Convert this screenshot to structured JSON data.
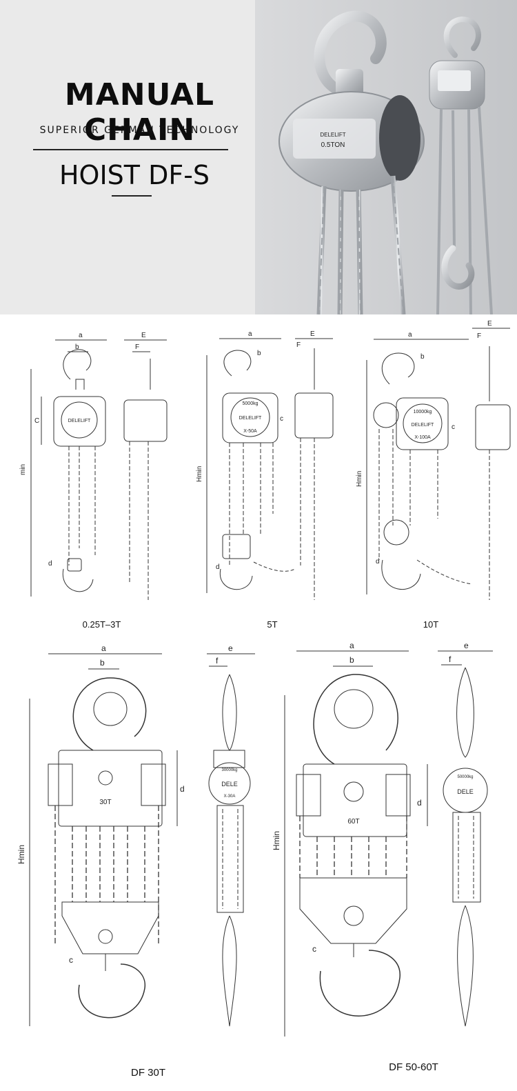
{
  "banner": {
    "title": "MANUAL CHAIN",
    "subtitle": "SUPERIOR GERMAN TECHNOLOGY",
    "model": "HOIST DF-S",
    "product_brand": "DELELIFT",
    "product_label": "0.5TON"
  },
  "drawings": {
    "d1": {
      "caption": "0.25T–3T",
      "brand": "DELELIFT",
      "dims": [
        "a",
        "b",
        "C",
        "min",
        "d",
        "E",
        "F"
      ]
    },
    "d2": {
      "caption": "5T",
      "brand": "DELELIFT",
      "rating": "5000kg",
      "model": "X-50A",
      "dims": [
        "a",
        "b",
        "c",
        "Hmin",
        "d",
        "E",
        "F"
      ]
    },
    "d3": {
      "caption": "10T",
      "brand": "DELELIFT",
      "rating": "10000kg",
      "model": "X-100A",
      "dims": [
        "a",
        "b",
        "c",
        "Hmin",
        "d",
        "E",
        "F"
      ]
    },
    "d4": {
      "caption": "DF 30T",
      "plate": "30T",
      "brand": "DELE",
      "rating": "30000kg",
      "model": "X-30A",
      "dims": [
        "a",
        "b",
        "d",
        "Hmin",
        "c",
        "e",
        "f"
      ]
    },
    "d5": {
      "caption": "DF 50-60T",
      "plate": "60T",
      "brand": "DELE",
      "rating": "50000kg",
      "dims": [
        "a",
        "b",
        "d",
        "Hmin",
        "c",
        "e",
        "f"
      ]
    }
  }
}
